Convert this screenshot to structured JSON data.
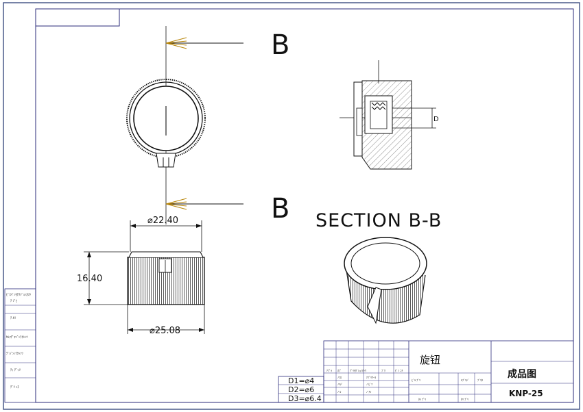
{
  "section_markers": {
    "top_letter": "B",
    "bottom_letter": "B"
  },
  "section_title": "SECTION B-B",
  "section_view": {
    "dim_label": "D"
  },
  "dimensions": {
    "top_diameter": "⌀22.40",
    "height": "16.40",
    "bottom_diameter": "⌀25.08"
  },
  "param_table": [
    "D1=⌀4",
    "D2=⌀6",
    "D3=⌀6.4"
  ],
  "title_block": {
    "part_name": "旋钮",
    "drawing_type": "成品图",
    "part_number": "KNP-25",
    "small_labels": [
      "ｱﾌﾟﾗ",
      "ﾈﾌﾞ",
      "ﾂﾞﾘﾓﾀﾞｼｮﾉﾁﾝｳ",
      "ﾌﾞｸ",
      "ﾋﾞﾝ ﾆﾁ",
      "ﾉﾌﾛ",
      "ｱﾌﾟﾘｹｰﾖ",
      "ﾉﾘﾃﾞ",
      "ﾉ ﾋﾞﾂ",
      "ﾉ ﾙ",
      "ﾉ ｱｼ",
      "ﾋﾞﾙ ﾌﾟﾘ",
      "ﾙﾌﾟﾘﾃﾞ",
      "ﾌﾟﾘﾀ",
      "ﾀｲ ﾌﾟﾘ",
      "ﾀﾘ ﾌﾟﾘ"
    ]
  },
  "revision_block": [
    "ﾋﾞｽﾍﾞﾝﾓﾃｸｼﾞｮﾝｶﾂｸ",
    "ﾃ ｼﾞﾋ",
    "ﾃ ﾙﾘ",
    "ｾﾙﾌﾃﾞﾏﾍﾞﾝﾗｸｼﾝﾂ",
    "ﾃﾞﾊﾞﾝﾝﾗｸｼﾝﾂ",
    "ﾃｨ ﾃﾞｯﾘ",
    "ﾃﾞﾘ ﾆﾁ"
  ]
}
